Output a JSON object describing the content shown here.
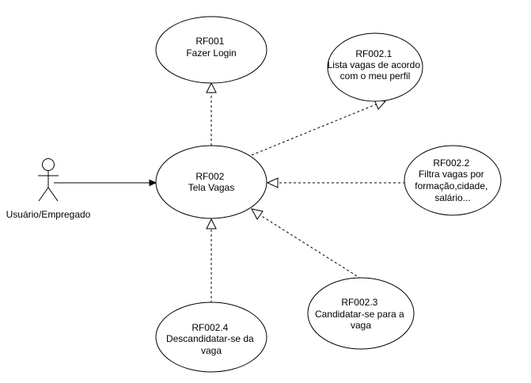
{
  "actor": {
    "label": "Usuário/Empregado"
  },
  "use_cases": {
    "rf001": {
      "line1": "RF001",
      "line2": "Fazer Login"
    },
    "rf002": {
      "line1": "RF002",
      "line2": "Tela Vagas"
    },
    "rf002_1": {
      "line1": "RF002.1",
      "line2": "Lista vagas de acordo",
      "line3": "com o meu perfil"
    },
    "rf002_2": {
      "line1": "RF002.2",
      "line2": "Filtra vagas por",
      "line3": "formação,cidade,",
      "line4": "salário..."
    },
    "rf002_3": {
      "line1": "RF002.3",
      "line2": "Candidatar-se para a",
      "line3": "vaga"
    },
    "rf002_4": {
      "line1": "RF002.4",
      "line2": "Descandidatar-se da",
      "line3": "vaga"
    }
  }
}
